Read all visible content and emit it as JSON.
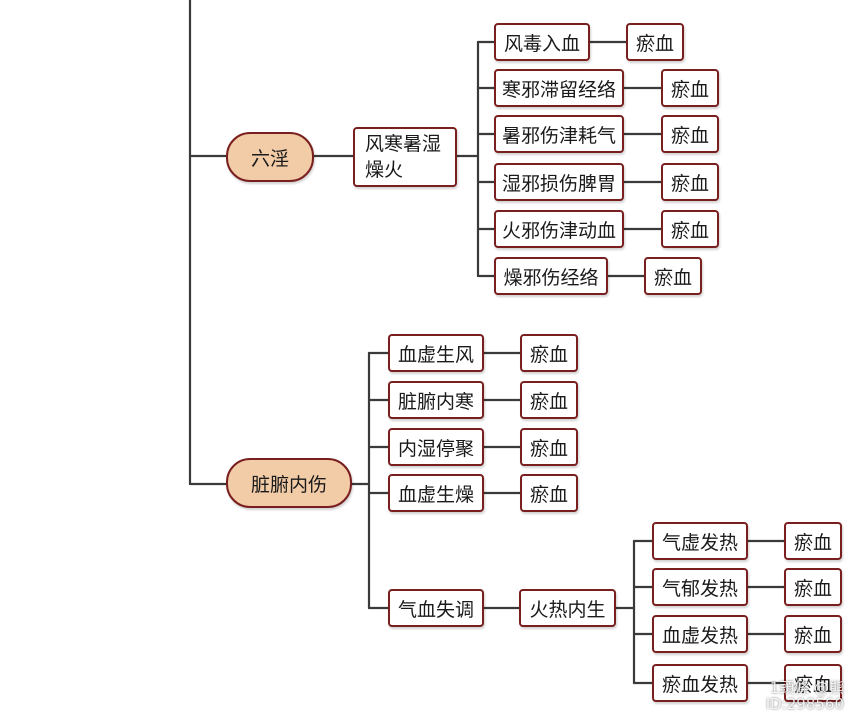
{
  "categories": [
    {
      "label": "六淫",
      "sub": [
        {
          "label": "风寒暑湿\n燥火",
          "items": [
            {
              "label": "风毒入血",
              "result": "瘀血"
            },
            {
              "label": "寒邪滞留经络",
              "result": "瘀血"
            },
            {
              "label": "暑邪伤津耗气",
              "result": "瘀血"
            },
            {
              "label": "湿邪损伤脾胃",
              "result": "瘀血"
            },
            {
              "label": "火邪伤津动血",
              "result": "瘀血"
            },
            {
              "label": "燥邪伤经络",
              "result": "瘀血"
            }
          ]
        }
      ]
    },
    {
      "label": "脏腑内伤",
      "items": [
        {
          "label": "血虚生风",
          "result": "瘀血"
        },
        {
          "label": "脏腑内寒",
          "result": "瘀血"
        },
        {
          "label": "内湿停聚",
          "result": "瘀血"
        },
        {
          "label": "血虚生燥",
          "result": "瘀血"
        },
        {
          "label": "气血失调",
          "sub": {
            "label": "火热内生",
            "items": [
              {
                "label": "气虚发热",
                "result": "瘀血"
              },
              {
                "label": "气郁发热",
                "result": "瘀血"
              },
              {
                "label": "血虚发热",
                "result": "瘀血"
              },
              {
                "label": "瘀血发热",
                "result": "瘀血"
              }
            ]
          }
        }
      ]
    }
  ],
  "watermark": {
    "line1": "1頭條 @熊",
    "line2": "ID:298560"
  },
  "colors": {
    "node_border": "#7a1f1f",
    "pill_fill": "#f2cba7",
    "line": "#3a3a3a"
  }
}
